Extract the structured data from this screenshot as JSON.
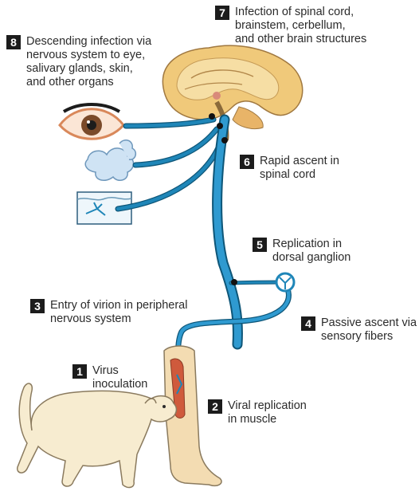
{
  "colors": {
    "nerve": "#1f86b8",
    "nerve_edge": "#0e5678",
    "skin": "#f3dcb2",
    "skin_edge": "#8a7a5e",
    "dog": "#f7ecd0",
    "brain": "#f0c97a",
    "muscle": "#cf5a3c",
    "label_box": "#1c1c1c"
  },
  "icons": [
    "eye-icon",
    "salivary-gland-icon",
    "skin-section-icon",
    "brain-icon",
    "dorsal-ganglion-icon",
    "dog-icon",
    "human-leg-icon"
  ],
  "steps": [
    {
      "num": "1",
      "text": "Virus\ninoculation"
    },
    {
      "num": "2",
      "text": "Viral replication\nin muscle"
    },
    {
      "num": "3",
      "text": "Entry of virion in peripheral\nnervous system"
    },
    {
      "num": "4",
      "text": "Passive ascent via\nsensory fibers"
    },
    {
      "num": "5",
      "text": "Replication in\ndorsal ganglion"
    },
    {
      "num": "6",
      "text": "Rapid ascent in\nspinal cord"
    },
    {
      "num": "7",
      "text": "Infection of spinal cord,\nbrainstem, cerbellum,\nand other brain structures"
    },
    {
      "num": "8",
      "text": "Descending infection via\nnervous system to eye,\nsalivary glands, skin,\nand other organs"
    }
  ]
}
